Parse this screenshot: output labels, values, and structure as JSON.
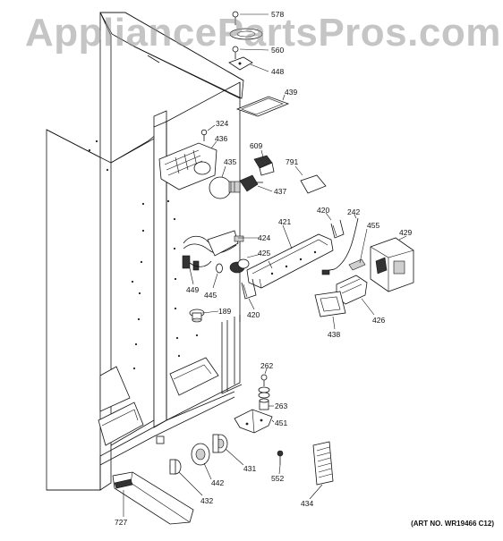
{
  "watermark": "AppliancePartsPros.com",
  "art_number": "(ART NO. WR19466 C12)",
  "callouts": [
    {
      "id": "c578",
      "label": "578"
    },
    {
      "id": "c560",
      "label": "560"
    },
    {
      "id": "c448",
      "label": "448"
    },
    {
      "id": "c439",
      "label": "439"
    },
    {
      "id": "c324",
      "label": "324"
    },
    {
      "id": "c436",
      "label": "436"
    },
    {
      "id": "c609",
      "label": "609"
    },
    {
      "id": "c435",
      "label": "435"
    },
    {
      "id": "c791",
      "label": "791"
    },
    {
      "id": "c437",
      "label": "437"
    },
    {
      "id": "c420a",
      "label": "420"
    },
    {
      "id": "c242",
      "label": "242"
    },
    {
      "id": "c455",
      "label": "455"
    },
    {
      "id": "c421",
      "label": "421"
    },
    {
      "id": "c429",
      "label": "429"
    },
    {
      "id": "c424",
      "label": "424"
    },
    {
      "id": "c425",
      "label": "425"
    },
    {
      "id": "c449",
      "label": "449"
    },
    {
      "id": "c445",
      "label": "445"
    },
    {
      "id": "c420b",
      "label": "420"
    },
    {
      "id": "c426",
      "label": "426"
    },
    {
      "id": "c189",
      "label": "189"
    },
    {
      "id": "c438",
      "label": "438"
    },
    {
      "id": "c262",
      "label": "262"
    },
    {
      "id": "c263",
      "label": "263"
    },
    {
      "id": "c451",
      "label": "451"
    },
    {
      "id": "c431",
      "label": "431"
    },
    {
      "id": "c442",
      "label": "442"
    },
    {
      "id": "c552",
      "label": "552"
    },
    {
      "id": "c432",
      "label": "432"
    },
    {
      "id": "c434",
      "label": "434"
    },
    {
      "id": "c727",
      "label": "727"
    }
  ]
}
